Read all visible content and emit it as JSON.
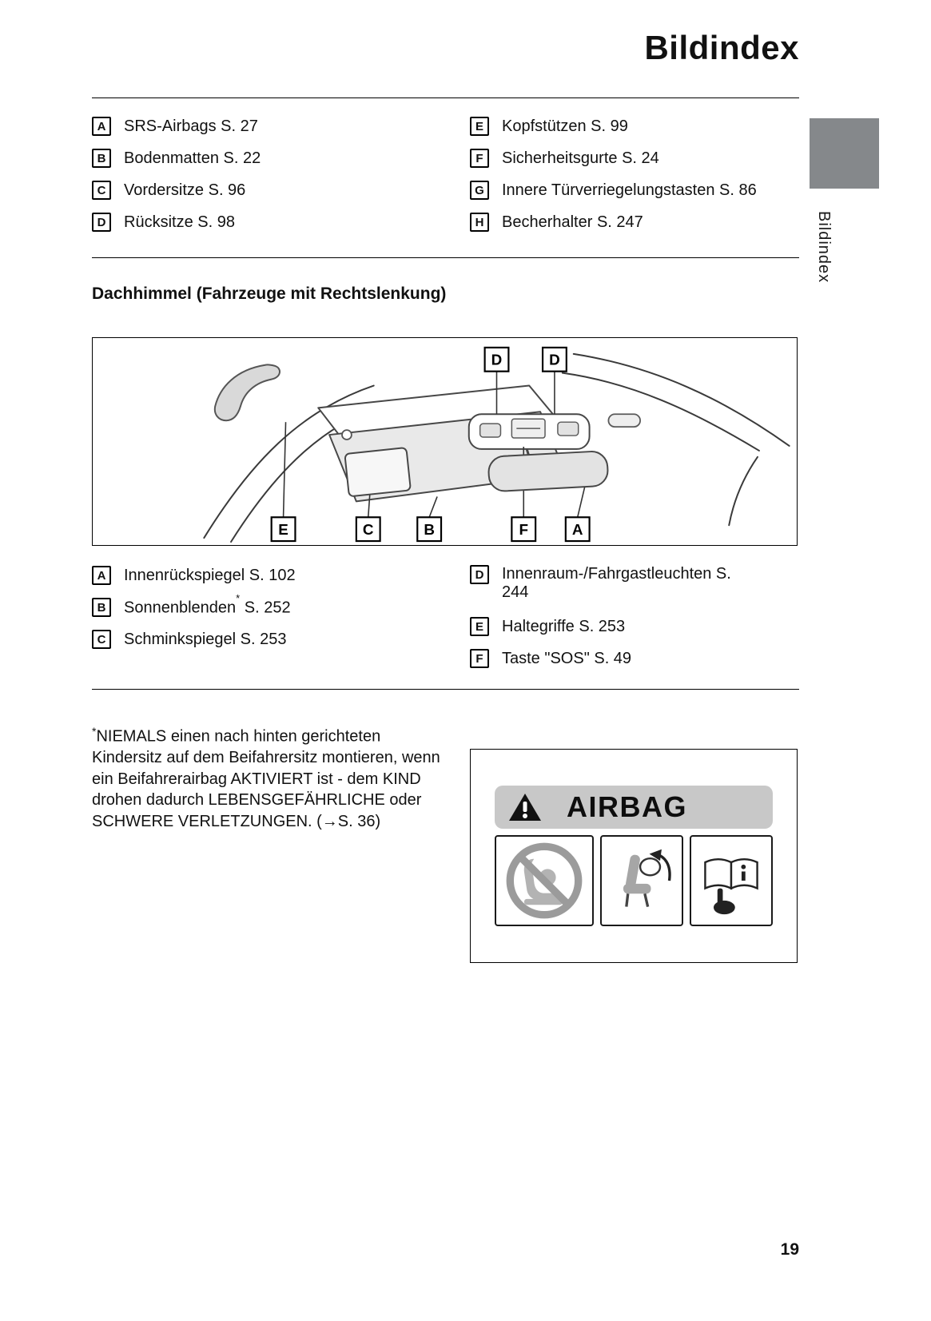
{
  "page": {
    "title": "Bildindex",
    "side_tab_label": "Bildindex",
    "page_number": "19"
  },
  "index_top": {
    "left": [
      {
        "key": "A",
        "label": "SRS-Airbags S. 27"
      },
      {
        "key": "B",
        "label": "Bodenmatten S. 22"
      },
      {
        "key": "C",
        "label": "Vordersitze S. 96"
      },
      {
        "key": "D",
        "label": "Rücksitze S. 98"
      }
    ],
    "right": [
      {
        "key": "E",
        "label": "Kopfstützen S. 99"
      },
      {
        "key": "F",
        "label": "Sicherheitsgurte S. 24"
      },
      {
        "key": "G",
        "label": "Innere Türverriegelungstasten S. 86"
      },
      {
        "key": "H",
        "label": "Becherhalter S. 247"
      }
    ]
  },
  "section": {
    "heading": "Dachhimmel (Fahrzeuge mit Rechtslenkung)"
  },
  "diagram": {
    "top_callouts": [
      "D",
      "D"
    ],
    "bottom_callouts": [
      "E",
      "C",
      "B",
      "F",
      "A"
    ]
  },
  "index_bottom": {
    "left": [
      {
        "key": "A",
        "label": "Innenrückspiegel S. 102"
      },
      {
        "key": "B",
        "label": "Sonnenblenden",
        "superscript": "*",
        "suffix": " S. 252"
      },
      {
        "key": "C",
        "label": "Schminkspiegel S. 253"
      }
    ],
    "right": [
      {
        "key": "D",
        "label": "Innenraum-/Fahrgastleuchten S. 244"
      },
      {
        "key": "E",
        "label": "Haltegriffe S. 253"
      },
      {
        "key": "F",
        "label": "Taste \"SOS\" S. 49"
      }
    ]
  },
  "footnote": {
    "marker": "*",
    "text": "NIEMALS einen nach hinten gerichteten Kindersitz auf dem Beifahrersitz montieren, wenn ein Beifahrerairbag AKTIVIERT ist - dem KIND drohen dadurch LEBENSGEFÄHRLICHE oder SCHWERE VERLETZUNGEN. (→S. 36)"
  },
  "airbag_label": {
    "title": "AIRBAG"
  },
  "colors": {
    "side_tab_gray": "#85888b",
    "label_band_gray": "#c8c8c8"
  }
}
